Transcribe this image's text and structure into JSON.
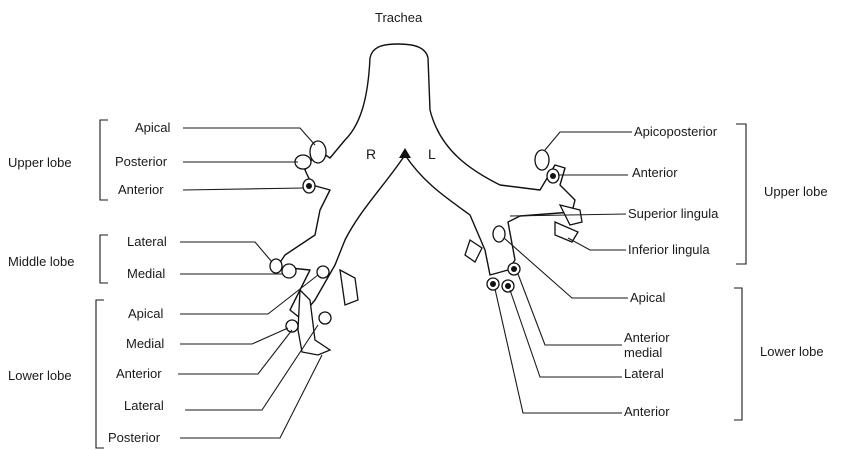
{
  "title": "Trachea",
  "side_labels": {
    "right": "R",
    "left": "L"
  },
  "right_lung": {
    "groups": [
      {
        "name": "Upper lobe",
        "segments": [
          "Apical",
          "Posterior",
          "Anterior"
        ]
      },
      {
        "name": "Middle lobe",
        "segments": [
          "Lateral",
          "Medial"
        ]
      },
      {
        "name": "Lower lobe",
        "segments": [
          "Apical",
          "Medial",
          "Anterior",
          "Lateral",
          "Posterior"
        ]
      }
    ]
  },
  "left_lung": {
    "groups": [
      {
        "name": "Upper lobe",
        "segments": [
          "Apicoposterior",
          "Anterior",
          "Superior lingula",
          "Inferior lingula"
        ]
      },
      {
        "name": "Lower lobe",
        "segments": [
          "Apical",
          "Anterior medial",
          "Lateral",
          "Anterior"
        ]
      }
    ]
  }
}
